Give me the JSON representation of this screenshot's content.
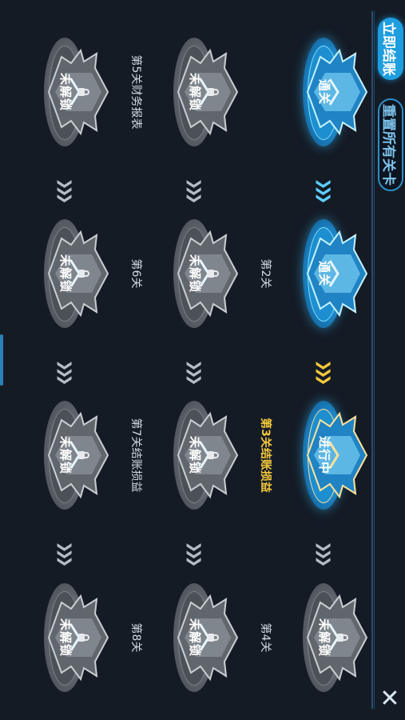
{
  "header": {
    "settle_label": "立即结账",
    "reset_label": "重置所有关卡",
    "close_symbol": "✕"
  },
  "status_labels": {
    "cleared": "通关",
    "in_progress": "进行中",
    "locked": "未解锁"
  },
  "levels": [
    {
      "name": "",
      "status": "cleared"
    },
    {
      "name": "第2关",
      "status": "cleared"
    },
    {
      "name": "第3关结账损益",
      "status": "in_progress"
    },
    {
      "name": "第4关",
      "status": "locked"
    },
    {
      "name": "第5关财务报表",
      "status": "locked"
    },
    {
      "name": "第6关",
      "status": "locked"
    },
    {
      "name": "第7关结账损益",
      "status": "locked"
    },
    {
      "name": "第8关",
      "status": "locked"
    },
    {
      "name": "",
      "status": "locked"
    },
    {
      "name": "",
      "status": "locked"
    },
    {
      "name": "",
      "status": "locked"
    },
    {
      "name": "",
      "status": "locked"
    }
  ],
  "arrow_glyph": "❯❯❯",
  "colors": {
    "background": "#141b25",
    "accent_blue": "#1e9ddf",
    "active_gold": "#f5c93c",
    "locked_gray": "#6b7078"
  }
}
